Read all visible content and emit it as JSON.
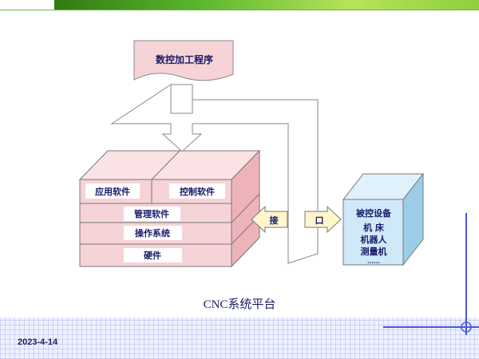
{
  "diagram": {
    "program": "数控加工程序",
    "software": {
      "app": "应用软件",
      "control": "控制软件",
      "management": "管理软件",
      "os": "操作系统",
      "hardware": "硬件"
    },
    "interface": {
      "left": "接",
      "right": "口"
    },
    "devices": {
      "title": "被控设备",
      "items": [
        "机  床",
        "机器人",
        "测量机",
        "……"
      ]
    },
    "caption": "CNC系统平台"
  },
  "footer": {
    "date": "2023-4-14"
  },
  "colors": {
    "pink_front": "#f6d3d6",
    "pink_top": "#fbe2e4",
    "pink_side": "#eeb3b9",
    "blue_front": "#cfe9f8",
    "blue_side": "#9ccce8",
    "arrow_yellow": "#fff6cc",
    "decor_line": "#4a5ad8",
    "text_dark": "#1a1a6a"
  }
}
